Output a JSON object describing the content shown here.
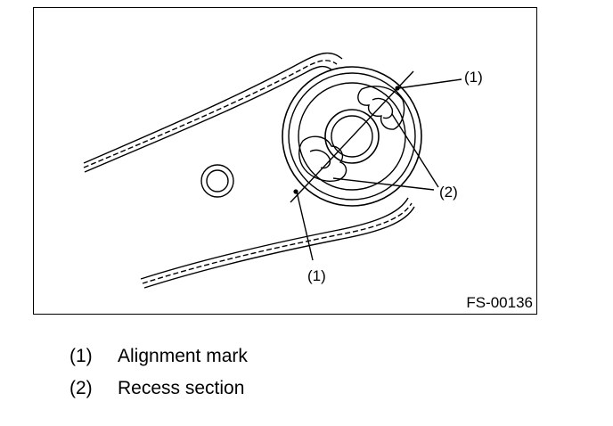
{
  "figure": {
    "code": "FS-00136",
    "callouts": {
      "c1_top": "(1)",
      "c1_bottom": "(1)",
      "c2": "(2)"
    }
  },
  "legend": {
    "items": [
      {
        "num": "(1)",
        "text": "Alignment mark"
      },
      {
        "num": "(2)",
        "text": "Recess section"
      }
    ]
  }
}
